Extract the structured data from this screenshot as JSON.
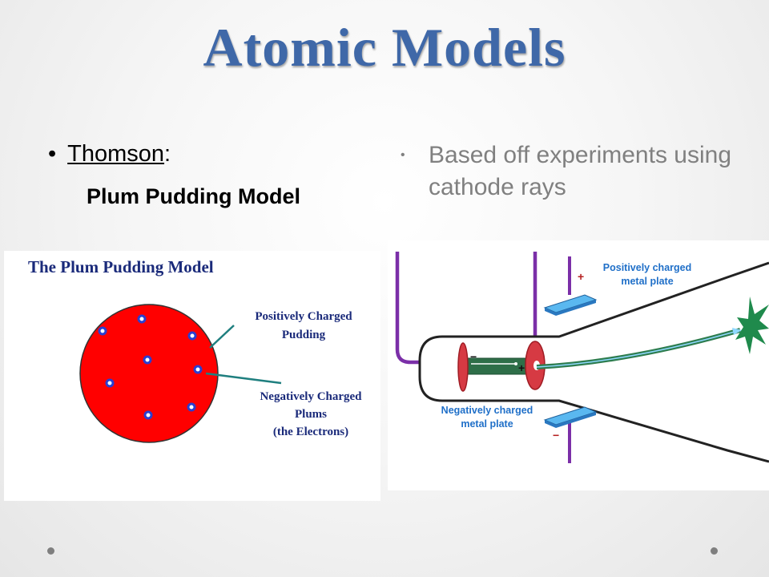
{
  "slide": {
    "title": "Atomic Models",
    "left_bullet": {
      "name": "Thomson",
      "suffix": ":"
    },
    "model_name": "Plum Pudding Model",
    "right_bullet": "Based off experiments using cathode rays"
  },
  "plum_diagram": {
    "heading": "The Plum Pudding Model",
    "label_positive_1": "Positively Charged",
    "label_positive_2": "Pudding",
    "label_negative_1": "Negatively Charged",
    "label_negative_2": "Plums",
    "label_negative_3": "(the Electrons)"
  },
  "cathode_diagram": {
    "pos_plate_1": "Positively charged",
    "pos_plate_2": "metal plate",
    "neg_plate_1": "Negatively charged",
    "neg_plate_2": "metal plate",
    "plus_sign": "+",
    "minus_sign": "−"
  },
  "colors": {
    "title": "#3f68a8",
    "pudding": "#ff0000",
    "electron": "#2a3fd0",
    "plate_label": "#1f6fc8",
    "wire": "#7b2fa8",
    "beam": "#2e7d4f"
  }
}
